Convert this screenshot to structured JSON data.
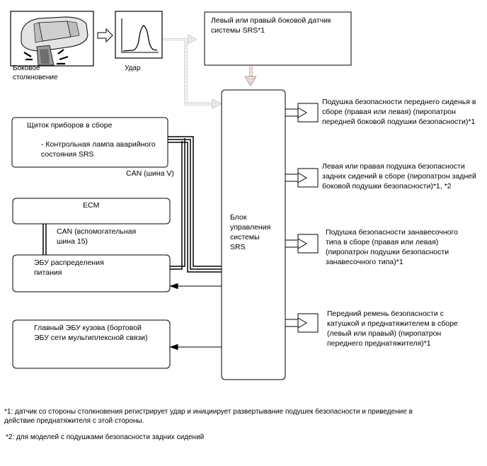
{
  "impact": {
    "car_caption": "Боковое\nстолкновение",
    "graph_caption": "Удар"
  },
  "sensor": {
    "label": "Левый или правый боковой датчик\nсистемы SRS*1"
  },
  "ecu": {
    "label": "Блок\nуправления\nсистемы\nSRS"
  },
  "left_modules": {
    "meter": {
      "title": "Щиток приборов в сборе",
      "item": "- Контрольная лампа аварийного\n  состояния SRS"
    },
    "can_v": "CAN (шина V)",
    "ecm": "ECM",
    "can_sub": "CAN (вспомогательная\nшина 15)",
    "power_ecu": "ЭБУ распределения\nпитания",
    "body_ecu": "Главный ЭБУ кузова (бортовой\nЭБУ сети мультиплексной связи)"
  },
  "airbags": [
    {
      "label": "Подушка безопасности переднего сиденья в\nсборе (правая или левая) (пиропатрон\nпередней боковой подушки безопасности)*1"
    },
    {
      "label": "Левая или правая подушка безопасности\nзадних сидений в сборе (пиропатрон задней\nбоковой подушки безопасности)*1, *2"
    },
    {
      "label": "Подушка безопасности занавесочного\nтипа в сборе (правая или левая)\n(пиропатрон подушки безопасности\nзанавесочного типа)*1"
    },
    {
      "label": "Передний ремень безопасности с\nкатушкой и преднатяжителем в сборе\n(левый или правый) (пиропатрон\nпереднего преднатяжителя)*1"
    }
  ],
  "notes": {
    "note1": "*1: датчик со стороны столкновения регистрирует удар и инициирует развертывание подушек безопасности и приведение в\nдействие преднатяжителя с этой стороны.",
    "note2": "*2: для моделей с подушками безопасности задних сидений"
  },
  "colors": {
    "line": "#000000",
    "dotted_arrow": "#bbbbbb",
    "crash_arrow": "#b08a84"
  }
}
